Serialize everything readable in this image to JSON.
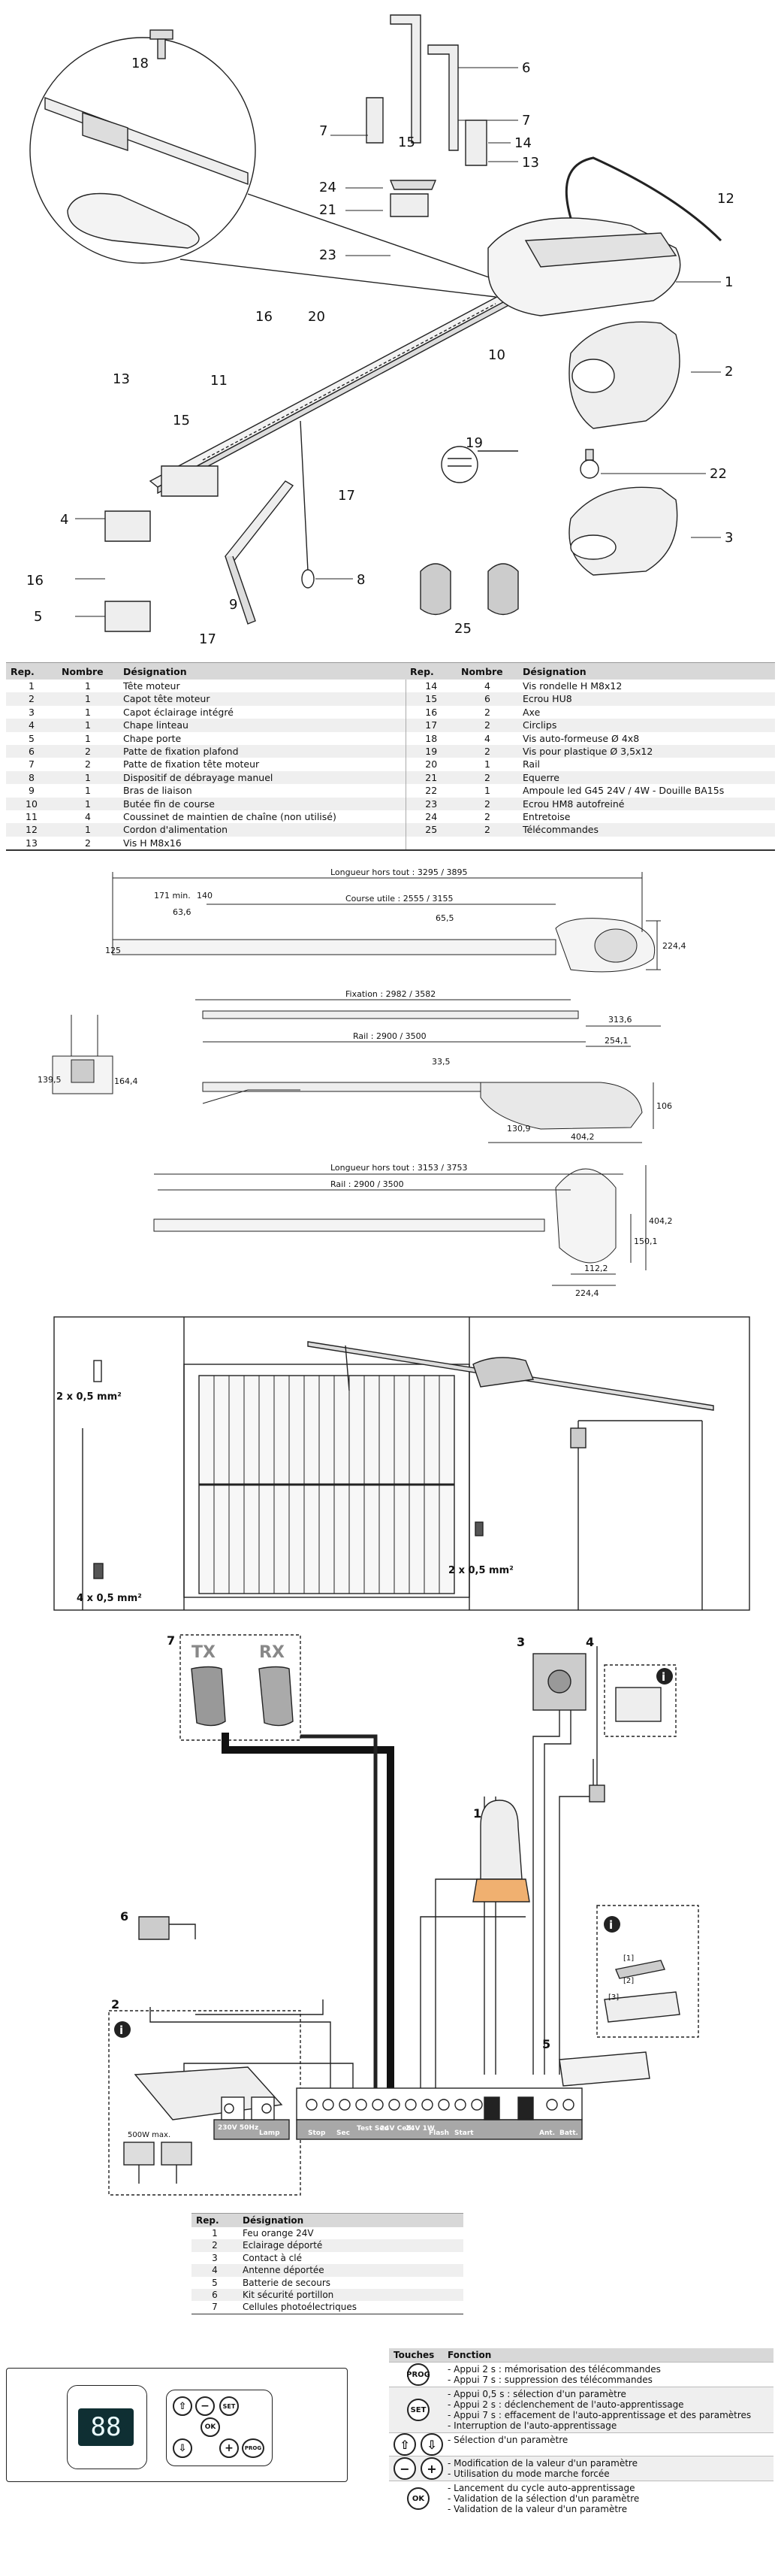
{
  "figure1": {
    "callouts": [
      "1",
      "2",
      "3",
      "4",
      "5",
      "6",
      "7",
      "7",
      "9",
      "10",
      "11",
      "12",
      "13",
      "13",
      "14",
      "15",
      "15",
      "16",
      "16",
      "17",
      "17",
      "18",
      "19",
      "20",
      "21",
      "22",
      "23",
      "24",
      "25"
    ]
  },
  "parts_table": {
    "headers": [
      "Rep.",
      "Nombre",
      "Désignation",
      "Rep.",
      "Nombre",
      "Désignation"
    ],
    "rows": [
      [
        "1",
        "1",
        "Tête moteur",
        "14",
        "4",
        "Vis rondelle H M8x12"
      ],
      [
        "2",
        "1",
        "Capot tête moteur",
        "15",
        "6",
        "Ecrou HU8"
      ],
      [
        "3",
        "1",
        "Capot éclairage intégré",
        "16",
        "2",
        "Axe"
      ],
      [
        "4",
        "1",
        "Chape linteau",
        "17",
        "2",
        "Circlips"
      ],
      [
        "5",
        "1",
        "Chape porte",
        "18",
        "4",
        "Vis auto-formeuse Ø 4x8"
      ],
      [
        "6",
        "2",
        "Patte de fixation plafond",
        "19",
        "2",
        "Vis pour plastique Ø 3,5x12"
      ],
      [
        "7",
        "2",
        "Patte de fixation tête moteur",
        "20",
        "1",
        "Rail"
      ],
      [
        "8",
        "1",
        "Dispositif de débrayage manuel",
        "21",
        "2",
        "Equerre"
      ],
      [
        "9",
        "1",
        "Bras de liaison",
        "22",
        "1",
        "Ampoule led G45 24V / 4W - Douille BA15s"
      ],
      [
        "10",
        "1",
        "Butée fin de course",
        "23",
        "2",
        "Ecrou HM8 autofreiné"
      ],
      [
        "11",
        "4",
        "Coussinet de maintien de chaîne (non utilisé)",
        "24",
        "2",
        "Entretoise"
      ],
      [
        "12",
        "1",
        "Cordon d'alimentation",
        "25",
        "2",
        "Télécommandes"
      ],
      [
        "13",
        "2",
        "Vis H M8x16",
        "",
        "",
        ""
      ]
    ]
  },
  "dims": {
    "top": [
      "Longueur hors tout : 3295 / 3895",
      "Course utile : 2555 / 3155",
      "171 min.",
      "140",
      "63,6",
      "65,5",
      "125",
      "224,4"
    ],
    "mid": [
      "Fixation : 2982 / 3582",
      "313,6",
      "Rail : 2900 / 3500",
      "254,1",
      "33,5",
      "106",
      "139,5",
      "164,4",
      "404,2",
      "130,9"
    ],
    "bot": [
      "Longueur hors tout : 3153 / 3753",
      "Rail : 2900 / 3500",
      "404,2",
      "150,1",
      "112,2",
      "224,4"
    ]
  },
  "garage": {
    "cable_labels": [
      "2 x 0,5 mm²",
      "2 x 0,5 mm²",
      "4 x 0,5 mm²"
    ]
  },
  "wiring": {
    "tx": "TX",
    "rx": "RX",
    "numbers": [
      "1",
      "2",
      "3",
      "4",
      "5",
      "6",
      "7"
    ],
    "max_power": "500W max.",
    "step_labels": [
      "[1]",
      "[2]",
      "[3]"
    ],
    "terminal_labels": [
      "Stop",
      "Sec",
      "Test Sec",
      "24V Cell.",
      "24V 1W",
      "Flash",
      "Start",
      "Ant.",
      "Batt."
    ],
    "lamp_labels": [
      "230V 50Hz",
      "Lamp"
    ]
  },
  "acc_table": {
    "headers": [
      "Rep.",
      "Désignation"
    ],
    "rows": [
      [
        "1",
        "Feu orange 24V"
      ],
      [
        "2",
        "Eclairage déporté"
      ],
      [
        "3",
        "Contact à clé"
      ],
      [
        "4",
        "Antenne déportée"
      ],
      [
        "5",
        "Batterie de secours"
      ],
      [
        "6",
        "Kit sécurité portillon"
      ],
      [
        "7",
        "Cellules photoélectriques"
      ]
    ]
  },
  "panel": {
    "display": "88"
  },
  "keys_table": {
    "headers": [
      "Touches",
      "Fonction"
    ],
    "rows": [
      {
        "keys": [
          "PROG"
        ],
        "lines": [
          "- Appui 2 s : mémorisation des télécommandes",
          "- Appui 7 s : suppression des télécommandes"
        ]
      },
      {
        "keys": [
          "SET"
        ],
        "lines": [
          "- Appui 0,5 s : sélection d'un paramètre",
          "- Appui 2 s : déclenchement de l'auto-apprentissage",
          "- Appui 7 s : effacement de l'auto-apprentissage et des paramètres",
          "- Interruption de l'auto-apprentissage"
        ]
      },
      {
        "keys": [
          "⇧",
          "⇩"
        ],
        "lines": [
          "- Sélection d'un paramètre"
        ]
      },
      {
        "keys": [
          "−",
          "+"
        ],
        "lines": [
          "- Modification de la valeur d'un paramètre",
          "- Utilisation du mode marche forcée"
        ]
      },
      {
        "keys": [
          "OK"
        ],
        "lines": [
          "- Lancement du cycle auto-apprentissage",
          "- Validation de la sélection d'un paramètre",
          "- Validation de la valeur d'un paramètre"
        ]
      }
    ]
  }
}
